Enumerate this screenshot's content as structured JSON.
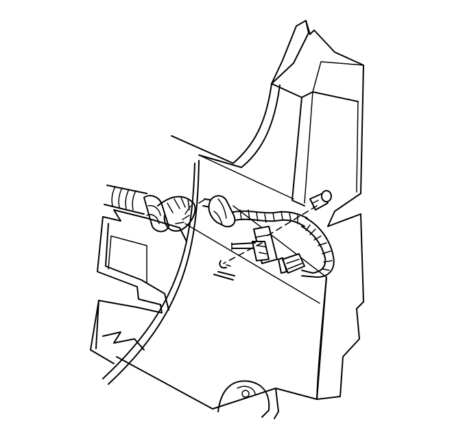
{
  "diagram": {
    "background": "#ffffff",
    "ink": "#000000",
    "parts": [
      "body-panel",
      "panel-cutout",
      "pillar-bracket",
      "wiring-harness",
      "harness-conduit",
      "harness-clip",
      "connector",
      "sensor",
      "mounting-stud",
      "fastener",
      "bracket-frame"
    ]
  }
}
